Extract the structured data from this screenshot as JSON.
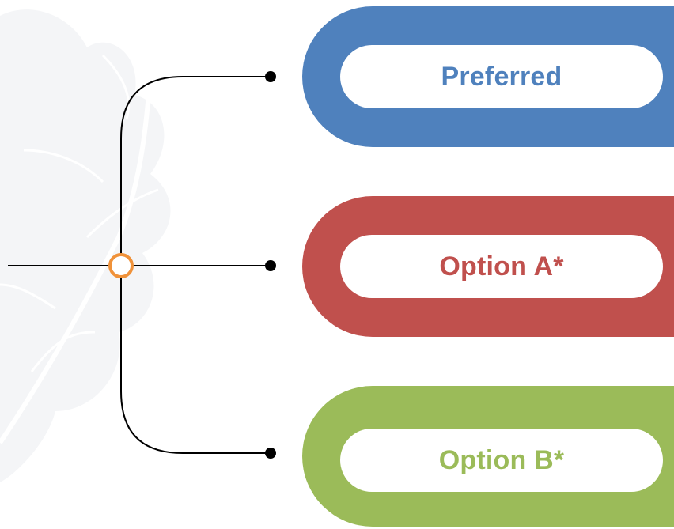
{
  "colors": {
    "background": "#ffffff",
    "leaf_watermark": "#f3f4f6",
    "connector": "#000000",
    "junction": "#f0923a",
    "preferred": "#4f81bd",
    "option_a": "#c0504d",
    "option_b": "#9bbb59"
  },
  "options": [
    {
      "label": "Preferred",
      "color": "#4f81bd"
    },
    {
      "label": "Option A*",
      "color": "#c0504d"
    },
    {
      "label": "Option B*",
      "color": "#9bbb59"
    }
  ]
}
